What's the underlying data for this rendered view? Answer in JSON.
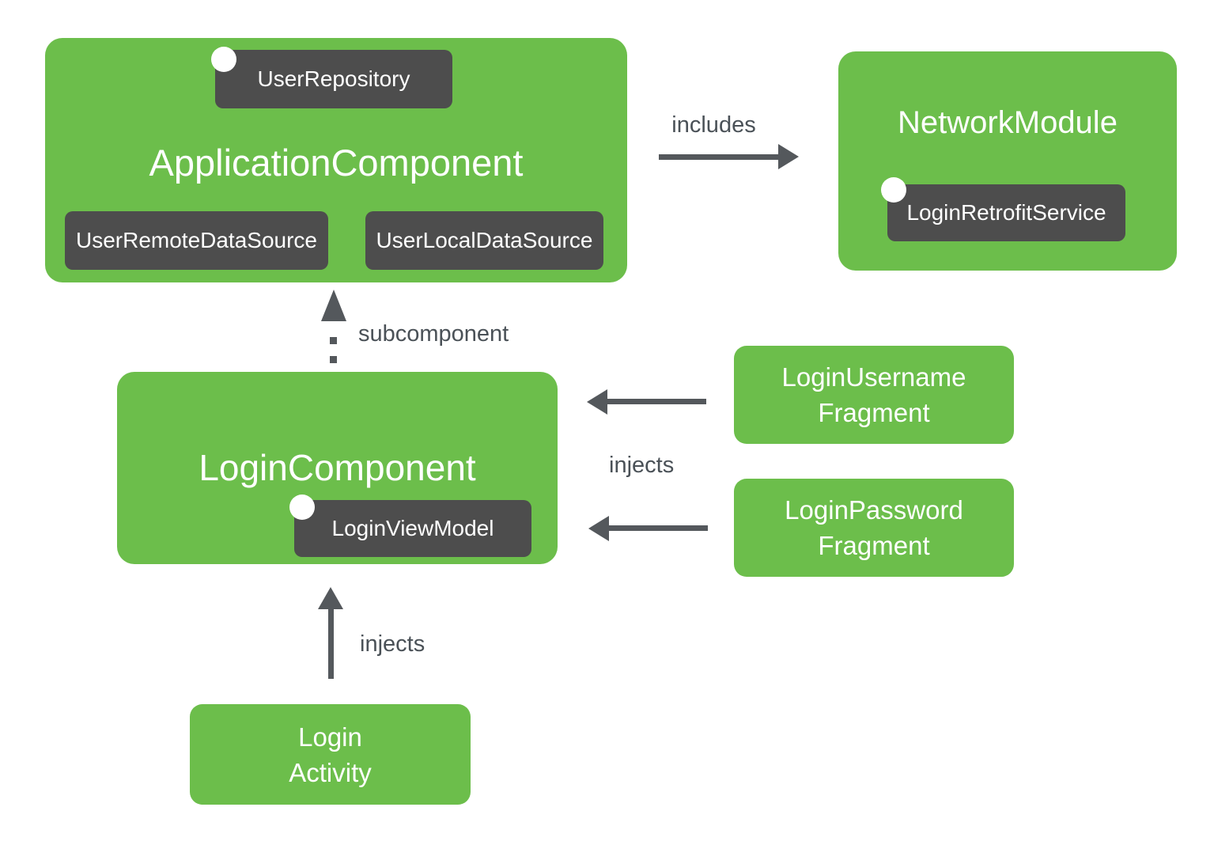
{
  "colors": {
    "node_green": "#6cbe4b",
    "badge_dark": "#4d4d4d",
    "arrow_gray": "#54585c",
    "label_gray": "#4a5157",
    "node_text": "#ffffff",
    "background": "#ffffff"
  },
  "nodes": {
    "application_component": {
      "title": "ApplicationComponent"
    },
    "user_repository": {
      "label": "UserRepository"
    },
    "user_remote_data_source": {
      "label": "UserRemoteDataSource"
    },
    "user_local_data_source": {
      "label": "UserLocalDataSource"
    },
    "network_module": {
      "title": "NetworkModule"
    },
    "login_retrofit_service": {
      "label": "LoginRetrofitService"
    },
    "login_component": {
      "title": "LoginComponent"
    },
    "login_view_model": {
      "label": "LoginViewModel"
    },
    "login_username_fragment": {
      "line1": "LoginUsername",
      "line2": "Fragment"
    },
    "login_password_fragment": {
      "line1": "LoginPassword",
      "line2": "Fragment"
    },
    "login_activity": {
      "line1": "Login",
      "line2": "Activity"
    }
  },
  "edges": {
    "includes": {
      "label": "includes"
    },
    "subcomponent": {
      "label": "subcomponent"
    },
    "injects_fragments": {
      "label": "injects"
    },
    "injects_activity": {
      "label": "injects"
    }
  }
}
